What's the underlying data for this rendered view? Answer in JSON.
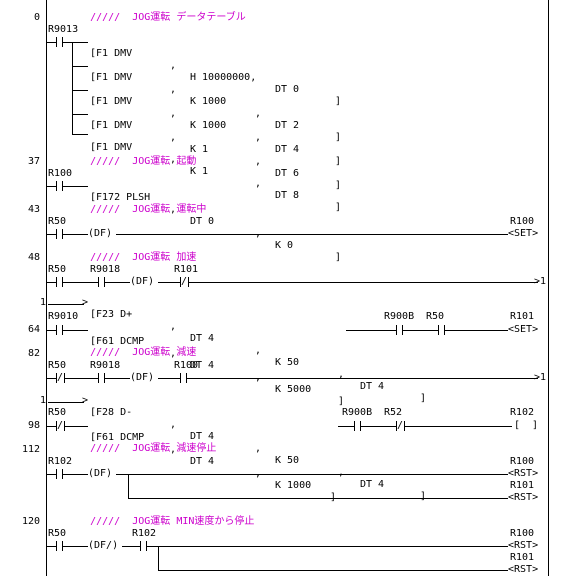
{
  "comment_prefix": "/////",
  "blocks": {
    "b0": {
      "comment": "JOG運転 データテーブル",
      "step": "0",
      "contact": "R9013",
      "rows": [
        [
          "[F1 DMV",
          ",",
          "H 10000000,",
          "DT 0",
          "]"
        ],
        [
          "[F1 DMV",
          ",",
          "K 1000",
          ",",
          "DT 2",
          "]"
        ],
        [
          "[F1 DMV",
          ",",
          "K 1000",
          ",",
          "DT 4",
          "]"
        ],
        [
          "[F1 DMV",
          ",",
          "K 1",
          ",",
          "DT 6",
          "]"
        ],
        [
          "[F1 DMV",
          ",",
          "K 1",
          ",",
          "DT 8",
          "]"
        ]
      ]
    },
    "b37": {
      "comment": "JOG運転 起動",
      "step": "37",
      "contact": "R100",
      "instr": "[F172 PLSH",
      "c1": ",",
      "a1": "DT 0",
      "c2": ",",
      "a2": "K 0",
      "end": "]"
    },
    "b43": {
      "comment": "JOG運転 運転中",
      "step": "43",
      "contact": "R50",
      "df": "(DF)",
      "coil_name": "R100",
      "coil": "<SET>"
    },
    "b48": {
      "comment": "JOG運転 加速",
      "step": "48",
      "c1": "R50",
      "c2": "R9018",
      "df": "(DF)",
      "c3": "R101",
      "cont": "1",
      "r2_left": "1",
      "r2_instr": "[F23 D+",
      "r2_s1": ",",
      "r2_a1": "DT 4",
      "r2_s2": ",",
      "r2_a2": "K 50",
      "r2_s3": ",",
      "r2_a3": "DT 4",
      "r2_end": "]"
    },
    "b64": {
      "step": "64",
      "contact": "R9010",
      "instr": "[F61 DCMP",
      "s1": ",",
      "a1": "DT 4",
      "s2": ",",
      "a2": "K 5000",
      "end": "]",
      "c2": "R900B",
      "c3": "R50",
      "coil_name": "R101",
      "coil": "<SET>"
    },
    "b82": {
      "comment": "JOG運転 減速",
      "step": "82",
      "c1": "R50",
      "c2": "R9018",
      "df": "(DF)",
      "c3": "R100",
      "cont": "1",
      "r2_left": "1",
      "r2_instr": "[F28 D-",
      "r2_s1": ",",
      "r2_a1": "DT 4",
      "r2_s2": ",",
      "r2_a2": "K 50",
      "r2_s3": ",",
      "r2_a3": "DT 4",
      "r2_end": "]"
    },
    "b98": {
      "step": "98",
      "contact": "R50",
      "instr": "[F61 DCMP",
      "s1": ",",
      "a1": "DT 4",
      "s2": ",",
      "a2": "K 1000",
      "end": "]",
      "c2": "R900B",
      "c3": "R52",
      "coil_name": "R102",
      "coil": "[  ]"
    },
    "b112": {
      "comment": "JOG運転 減速停止",
      "step": "112",
      "contact": "R102",
      "df": "(DF)",
      "coil1_name": "R100",
      "coil1": "<RST>",
      "coil2_name": "R101",
      "coil2": "<RST>"
    },
    "b120": {
      "comment": "JOG運転 MIN速度から停止",
      "step": "120",
      "contact": "R50",
      "df": "(DF/)",
      "c2": "R102",
      "coil1_name": "R100",
      "coil1": "<RST>",
      "coil2_name": "R101",
      "coil2": "<RST>"
    }
  }
}
